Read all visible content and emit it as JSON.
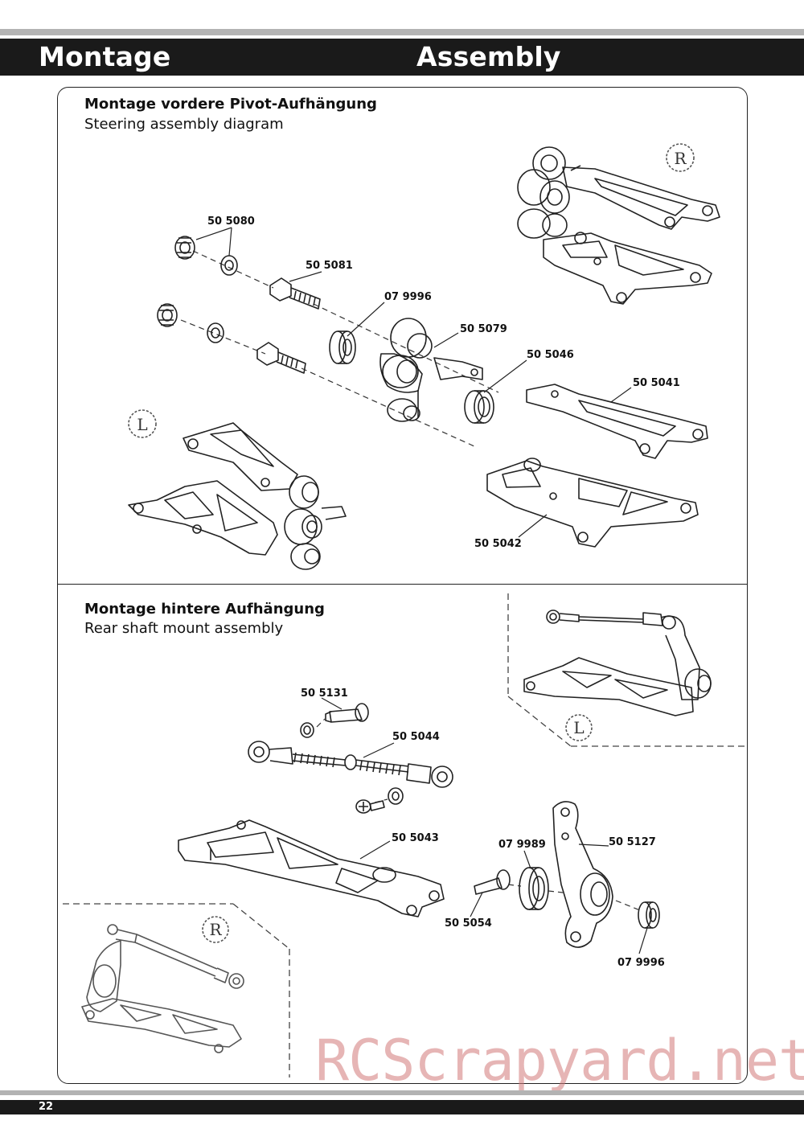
{
  "header": {
    "left_title": "Montage",
    "right_title": "Assembly"
  },
  "section1": {
    "title": "Montage vordere Pivot-Aufhängung",
    "subtitle": "Steering assembly diagram",
    "parts": [
      "50 5080",
      "50 5081",
      "07 9996",
      "50 5079",
      "50 5046",
      "50 5041",
      "50 5042"
    ],
    "view_labels": [
      "R",
      "L"
    ]
  },
  "section2": {
    "title": "Montage hintere Aufhängung",
    "subtitle": "Rear shaft mount assembly",
    "parts": [
      "50 5131",
      "50 5044",
      "50 5043",
      "07 9989",
      "50 5127",
      "50 5054",
      "07 9996"
    ],
    "view_labels": [
      "L",
      "R"
    ]
  },
  "watermark": "RCScrapyard.net",
  "footer": {
    "page_number": "22"
  }
}
